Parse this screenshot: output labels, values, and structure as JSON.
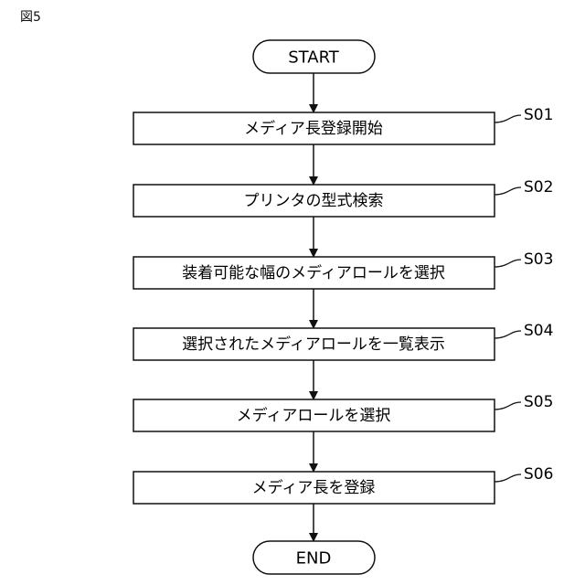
{
  "figure_label": "図5",
  "terminals": {
    "start": "START",
    "end": "END"
  },
  "steps": [
    {
      "id": "S01",
      "text": "メディア長登録開始"
    },
    {
      "id": "S02",
      "text": "プリンタの型式検索"
    },
    {
      "id": "S03",
      "text": "装着可能な幅のメディアロールを選択"
    },
    {
      "id": "S04",
      "text": "選択されたメディアロールを一覧表示"
    },
    {
      "id": "S05",
      "text": "メディアロールを選択"
    },
    {
      "id": "S06",
      "text": "メディア長を登録"
    }
  ]
}
